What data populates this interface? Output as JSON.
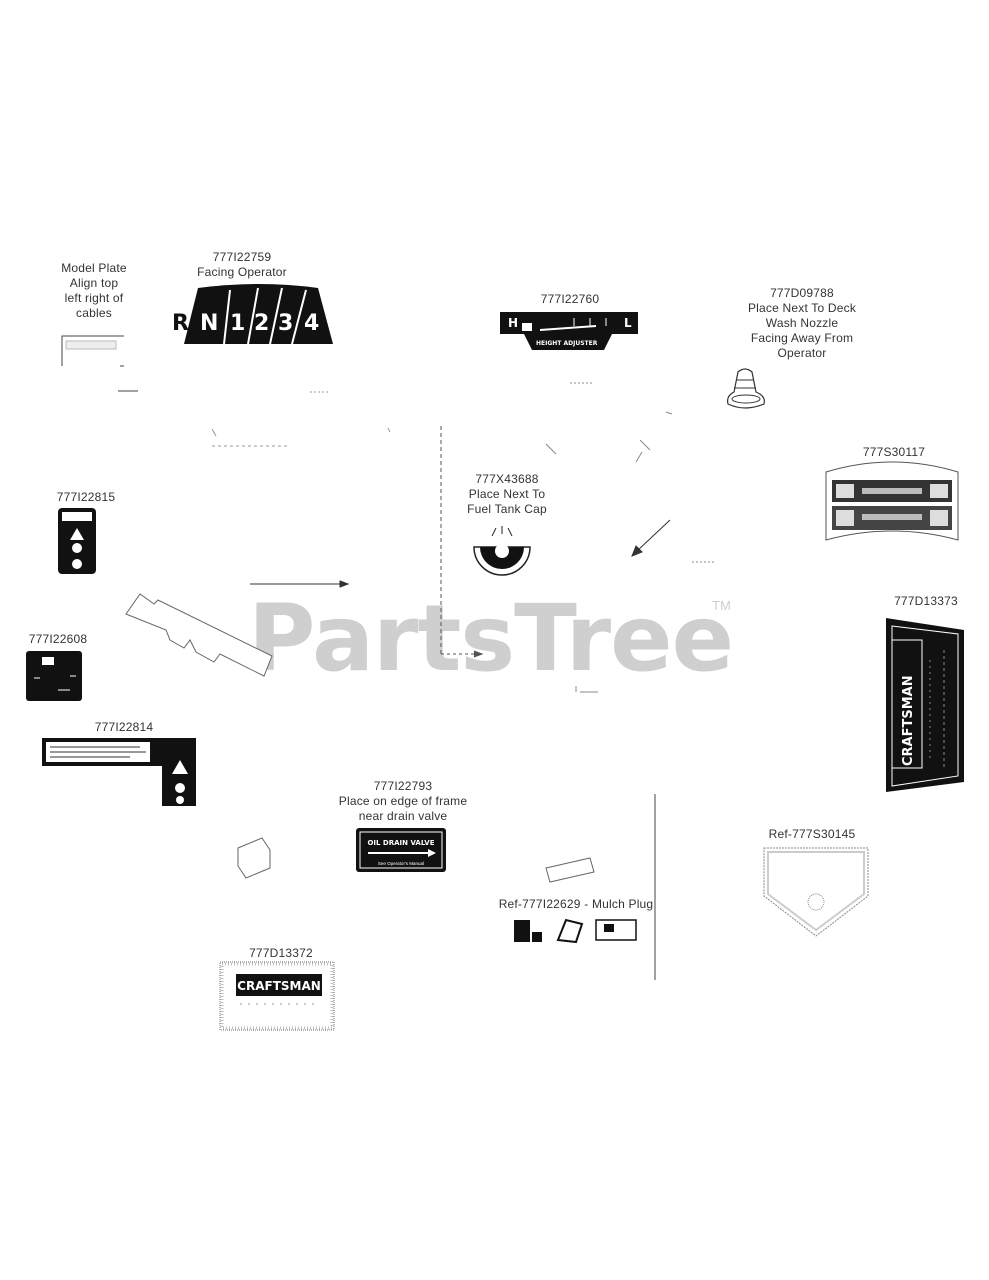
{
  "watermark": {
    "text": "PartsTree",
    "tm": "TM"
  },
  "callouts": {
    "model_plate": {
      "line1": "Model Plate",
      "line2": "Align top",
      "line3": "left right of",
      "line4": "cables"
    },
    "shift_decal": {
      "part": "777I22759",
      "note": "Facing Operator"
    },
    "height_adjuster": {
      "part": "777I22760"
    },
    "wash_nozzle": {
      "part": "777D09788",
      "line1": "Place Next To Deck",
      "line2": "Wash Nozzle",
      "line3": "Facing Away From",
      "line4": "Operator"
    },
    "decal_815": {
      "part": "777I22815"
    },
    "fuel_cap": {
      "part": "777X43688",
      "line1": "Place Next To",
      "line2": "Fuel Tank Cap"
    },
    "decal_30117": {
      "part": "777S30117"
    },
    "decal_608": {
      "part": "777I22608"
    },
    "decal_13373": {
      "part": "777D13373"
    },
    "decal_814": {
      "part": "777I22814"
    },
    "oil_drain": {
      "part": "777I22793",
      "line1": "Place on edge of frame",
      "line2": "near drain valve"
    },
    "ref_30145": {
      "part": "Ref-777S30145"
    },
    "mulch_plug": {
      "part": "Ref-777I22629 - Mulch Plug"
    },
    "decal_13372": {
      "part": "777D13372"
    }
  },
  "decals": {
    "gear_letters": [
      "R",
      "N",
      "1",
      "2",
      "3",
      "4"
    ],
    "height_adjuster_text": "HEIGHT ADJUSTER",
    "height_hi": "H",
    "height_lo": "L",
    "oil_drain_title": "OIL DRAIN VALVE",
    "oil_drain_sub": "See Operator's Manual",
    "craftsman": "CRAFTSMAN"
  }
}
